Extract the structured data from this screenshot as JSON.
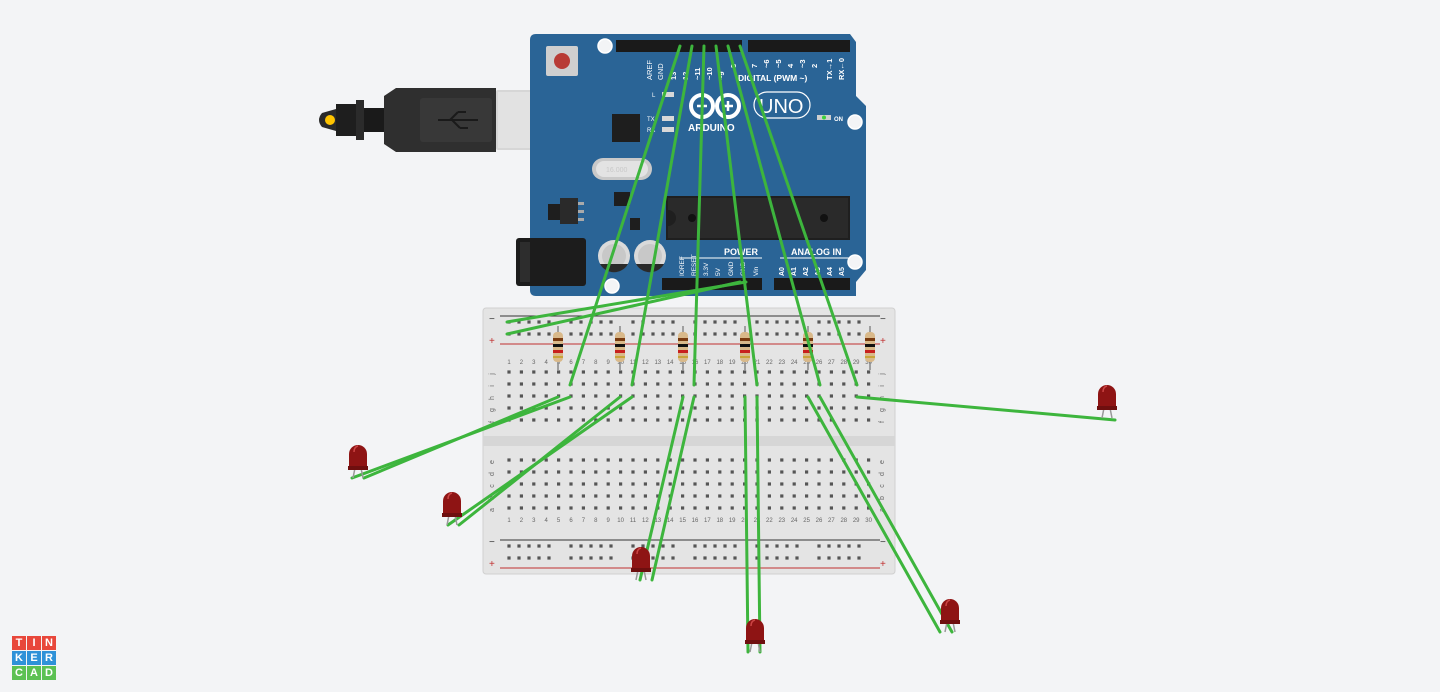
{
  "board": {
    "aref": "AREF",
    "gnd": "GND",
    "pin13": "13",
    "pin12": "12",
    "pin11": "~11",
    "pin10": "~10",
    "pin9": "~9",
    "pin8": "8",
    "pin7": "7",
    "pin6": "~6",
    "pin5": "~5",
    "pin4": "4",
    "pin3": "~3",
    "pin2": "2",
    "tx1": "TX→1",
    "rx0": "RX←0",
    "digital": "DIGITAL (PWM ~)",
    "uno": "UNO",
    "brand": "ARDUINO",
    "on": "ON",
    "l": "L",
    "tx": "TX",
    "rx": "RX",
    "power": "POWER",
    "analog": "ANALOG IN",
    "ioref": "IOREF",
    "reset": "RESET",
    "v33": "3.3V",
    "v5": "5V",
    "gnd1": "GND",
    "gnd2": "GND",
    "vin": "Vin",
    "a0": "A0",
    "a1": "A1",
    "a2": "A2",
    "a3": "A3",
    "a4": "A4",
    "a5": "A5",
    "crystal": "16.000"
  },
  "breadboard": {
    "minus": "−",
    "plus": "+",
    "rows_top": [
      "j",
      "i",
      "h",
      "g",
      "f"
    ],
    "rows_bottom": [
      "e",
      "d",
      "c",
      "b",
      "a"
    ],
    "cols": [
      "1",
      "2",
      "3",
      "4",
      "5",
      "6",
      "7",
      "8",
      "9",
      "10",
      "11",
      "12",
      "13",
      "14",
      "15",
      "16",
      "17",
      "18",
      "19",
      "20",
      "21",
      "22",
      "23",
      "24",
      "25",
      "26",
      "27",
      "28",
      "29",
      "30"
    ]
  },
  "colors": {
    "board": "#2a6496",
    "wire": "#3db53d",
    "led": "#8e1414",
    "breadboard": "#e4e4e4"
  },
  "logo": {
    "letters": [
      "T",
      "I",
      "N",
      "K",
      "E",
      "R",
      "C",
      "A",
      "D"
    ],
    "colors": [
      "#e8473b",
      "#e8473b",
      "#e8473b",
      "#2f92d8",
      "#2f92d8",
      "#2f92d8",
      "#5cc153",
      "#5cc153",
      "#5cc153"
    ]
  }
}
